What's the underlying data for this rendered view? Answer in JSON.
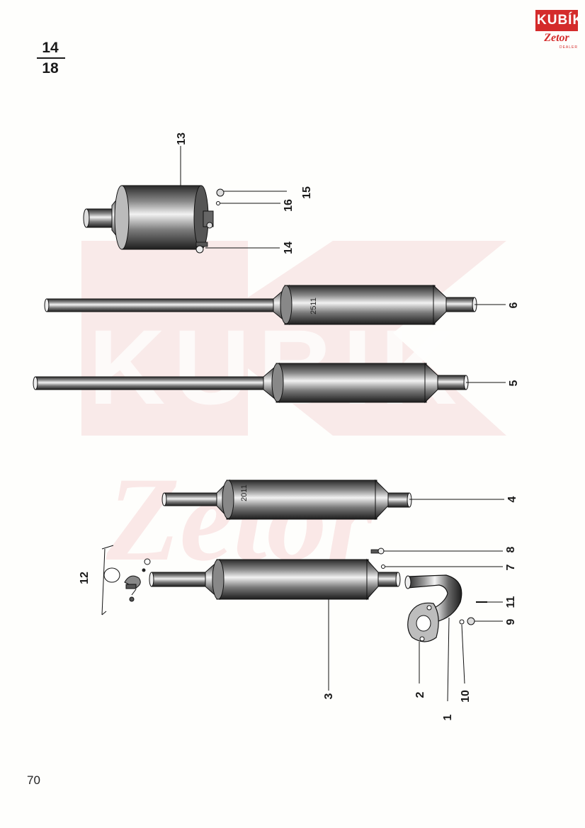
{
  "page": {
    "fraction_numerator": "14",
    "fraction_denominator": "18",
    "page_number": "70"
  },
  "logo": {
    "brand": "KUBÍK",
    "subbrand": "Zetor",
    "dealer": "DEALER",
    "colors": {
      "brand_red": "#d42b2b"
    }
  },
  "watermark": {
    "brand": "KUBÍK",
    "subbrand": "Zetor",
    "color": "#f7dcdc"
  },
  "muffler_markings": {
    "part_6": "2511",
    "part_4": "2011"
  },
  "callouts": {
    "c1": "1",
    "c2": "2",
    "c3": "3",
    "c4": "4",
    "c5": "5",
    "c6": "6",
    "c7": "7",
    "c8": "8",
    "c9": "9",
    "c10": "10",
    "c11": "11",
    "c12": "12",
    "c13": "13",
    "c14": "14",
    "c15": "15",
    "c16": "16"
  }
}
